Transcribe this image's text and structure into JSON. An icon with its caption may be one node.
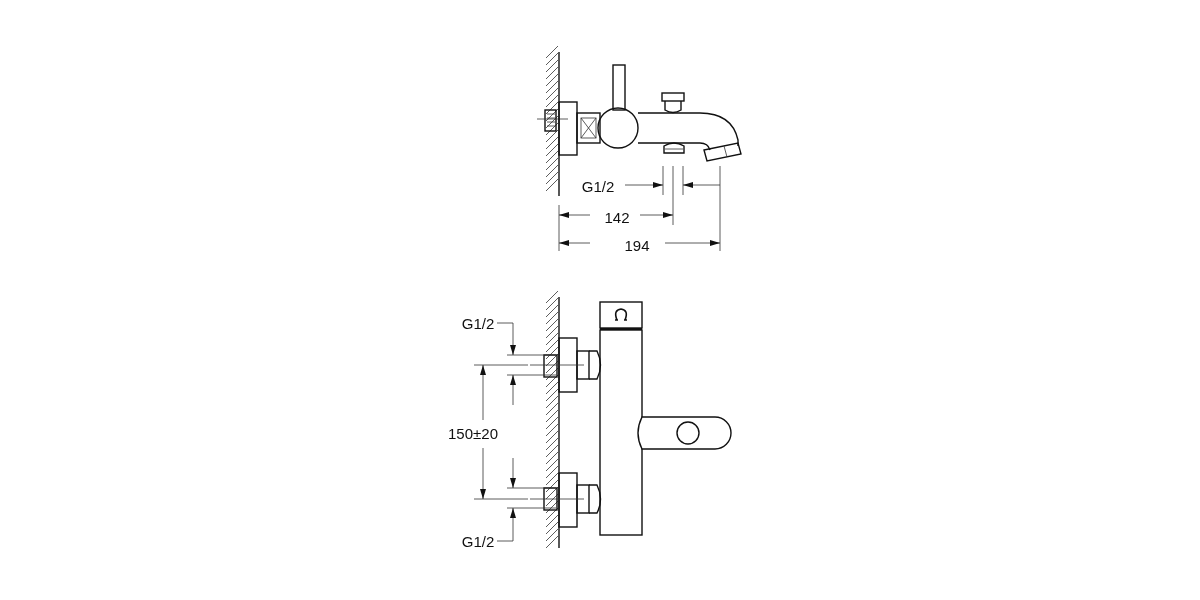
{
  "diagram": {
    "labels": [
      "G1/2",
      "142",
      "194",
      "G1/2",
      "150±20",
      "G1/2"
    ]
  }
}
